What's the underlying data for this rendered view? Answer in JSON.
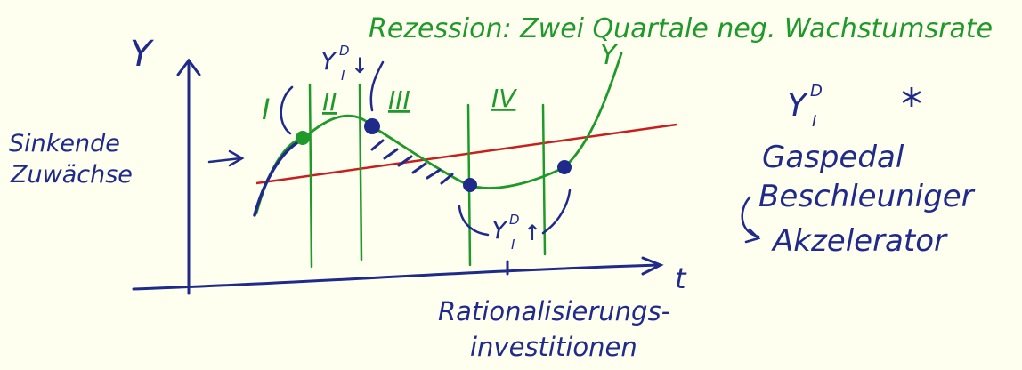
{
  "colors": {
    "background": "#fffff0",
    "blue_ink": "#1f2a8a",
    "green_ink": "#1f9a2a",
    "red_ink": "#c81e1e"
  },
  "labels": {
    "y_axis": "Y",
    "x_axis": "t",
    "growth_left_1": "Sinkende",
    "growth_left_2": "Zuwächse",
    "rationalization_1": "Rationalisierungs-",
    "rationalization_2": "investitionen",
    "top_note": "Rezession: Zwei Quartale neg. Wachstumsrate",
    "curve_label": "Y",
    "phase_1": "I",
    "phase_2": "II",
    "phase_3": "III",
    "phase_4": "IV",
    "yi_top": "Y",
    "yi_top_sup": "D",
    "yi_top_sub": "I",
    "yi_top_arrow": "↓",
    "yi_bottom": "Y",
    "yi_bottom_sup": "D",
    "yi_bottom_sub": "I",
    "yi_bottom_arrow": "↑",
    "right_yi": "Y",
    "right_yi_sup": "D",
    "right_yi_sub": "I",
    "right_star": "*",
    "right_word_1": "Gaspedal",
    "right_word_2": "Beschleuniger",
    "right_word_3": "Akzelerator"
  }
}
